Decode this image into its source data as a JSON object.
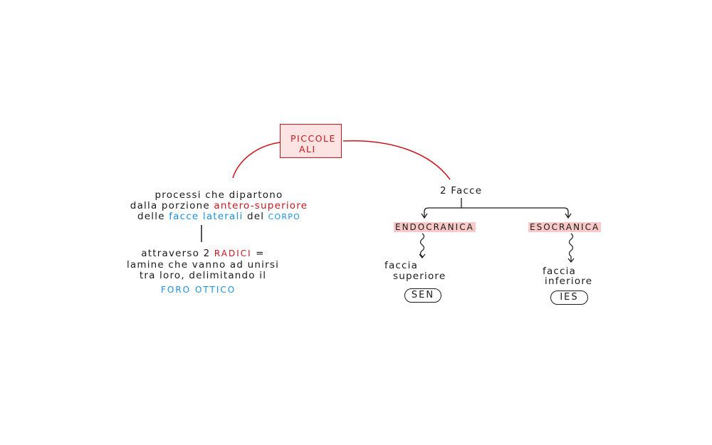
{
  "root": {
    "line1": "PICCOLE",
    "line2": "ALI"
  },
  "left": {
    "l1": "processi che dipartono",
    "l2a": "dalla porzione",
    "l2b": "antero-superiore",
    "l3a": "delle",
    "l3b": "facce laterali",
    "l3c": "del",
    "l3d": "corpo",
    "b1a": "attraverso 2",
    "b1b": "RADICI",
    "b1c": "=",
    "b2": "lamine che vanno ad unirsi",
    "b3": "tra loro, delimitando il",
    "b4": "FORO OTTICO"
  },
  "right": {
    "heading": "2 Facce",
    "endo": "ENDOCRANICA",
    "eso": "ESOCRANICA",
    "endo_desc1": "faccia",
    "endo_desc2": "superiore",
    "eso_desc1": "faccia",
    "eso_desc2": "inferiore",
    "endo_tag": "SEN",
    "eso_tag": "IES"
  },
  "colors": {
    "accent_red": "#c8161d",
    "accent_blue": "#1d8fe0",
    "highlight": "#f8c9c6"
  }
}
